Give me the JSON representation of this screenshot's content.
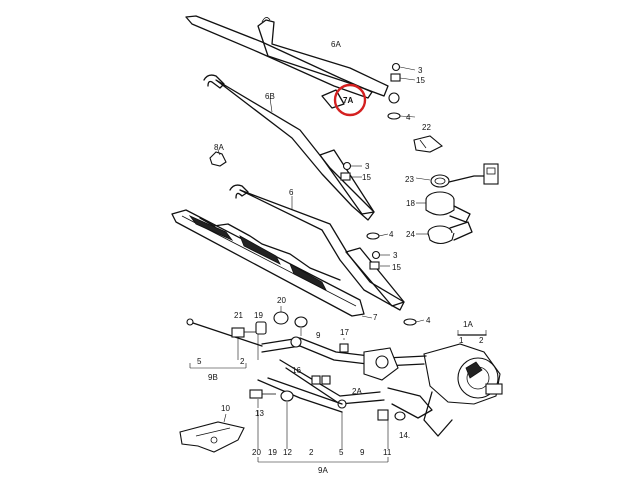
{
  "callout": {
    "label": "7A",
    "ring_color": "#d42020"
  },
  "labels": {
    "6A": "6A",
    "3a": "3",
    "15a": "15",
    "4a": "4",
    "6B": "6B",
    "22": "22",
    "8A": "8A",
    "3b": "3",
    "15b": "15",
    "23": "23",
    "18": "18",
    "6": "6",
    "4b": "4",
    "24": "24",
    "3c": "3",
    "15c": "15",
    "7": "7",
    "4c": "4",
    "1A": "1A",
    "1": "1",
    "2a": "2",
    "21": "21",
    "19": "19",
    "20": "20",
    "9a": "9",
    "17": "17",
    "5a": "5",
    "2b": "2",
    "9B": "9B",
    "16": "16",
    "2A": "2A",
    "13": "13",
    "10": "10",
    "14": "14.",
    "bot20": "20",
    "bot19": "19",
    "bot12": "12",
    "bot2": "2",
    "bot5": "5",
    "bot9": "9",
    "bot11": "11",
    "9A": "9A"
  }
}
